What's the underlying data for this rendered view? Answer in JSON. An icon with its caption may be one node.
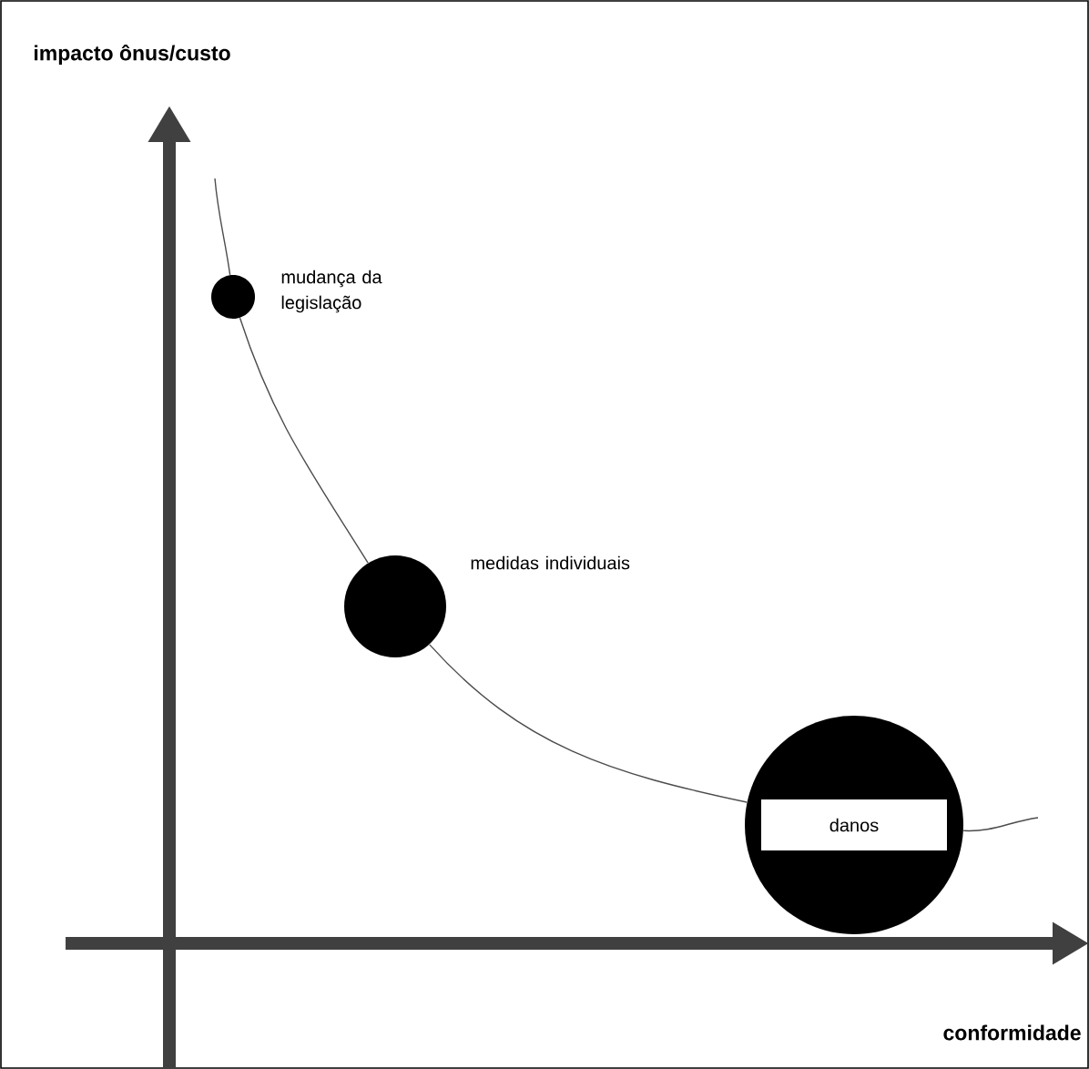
{
  "diagram": {
    "nodes": [
      {
        "text": [],
        "shape": "circle",
        "beside": [
          "mudança da legislação"
        ]
      },
      {
        "text": [],
        "shape": "circle",
        "beside": [
          "medidas individuais"
        ]
      },
      {
        "text": [
          "danos"
        ]
      }
    ],
    "edges": [
      {
        "from": null,
        "to": 0,
        "arrow": "none"
      },
      {
        "from": 0,
        "to": 1,
        "arrow": "none"
      },
      {
        "from": 1,
        "to": 2,
        "arrow": "none"
      },
      {
        "from": 2,
        "to": null,
        "arrow": "none"
      }
    ],
    "labels": [
      "impacto ônus/custo",
      "conformidade"
    ]
  }
}
